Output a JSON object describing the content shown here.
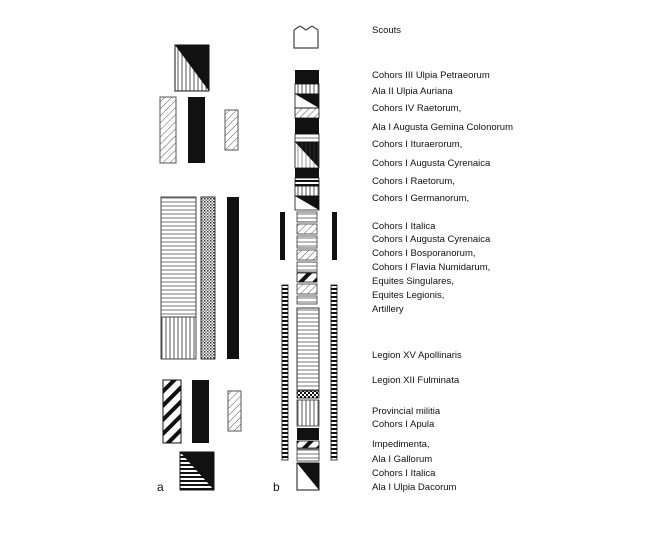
{
  "panels": {
    "a": "a",
    "b": "b"
  },
  "labels": [
    "Scouts",
    "Cohors III Ulpia Petraeorum",
    "Ala II Ulpia Auriana",
    "Cohors IV Raetorum,",
    "Ala I Augusta Gemina Colonorum",
    "Cohors I Ituraerorum,",
    "Cohors I Augusta Cyrenaica",
    "Cohors I Raetorum,",
    "Cohors I Germanorum,",
    "Cohors I Italica",
    "Cohors I Augusta Cyrenaica",
    "Cohors I Bosporanorum,",
    "Cohors I Flavia Numidarum,",
    "Equites Singulares,",
    "Equites Legionis,",
    "Artillery",
    "Legion XV Apollinaris",
    "Legion XII Fulminata",
    "Provincial militia",
    "Cohors I Apula",
    "Impedimenta,",
    "Ala I Gallorum",
    "Cohors I Italica",
    "Ala I Ulpia Dacorum"
  ],
  "colors": {
    "ink": "#111111",
    "paper": "#ffffff",
    "hatch": "#555555"
  }
}
